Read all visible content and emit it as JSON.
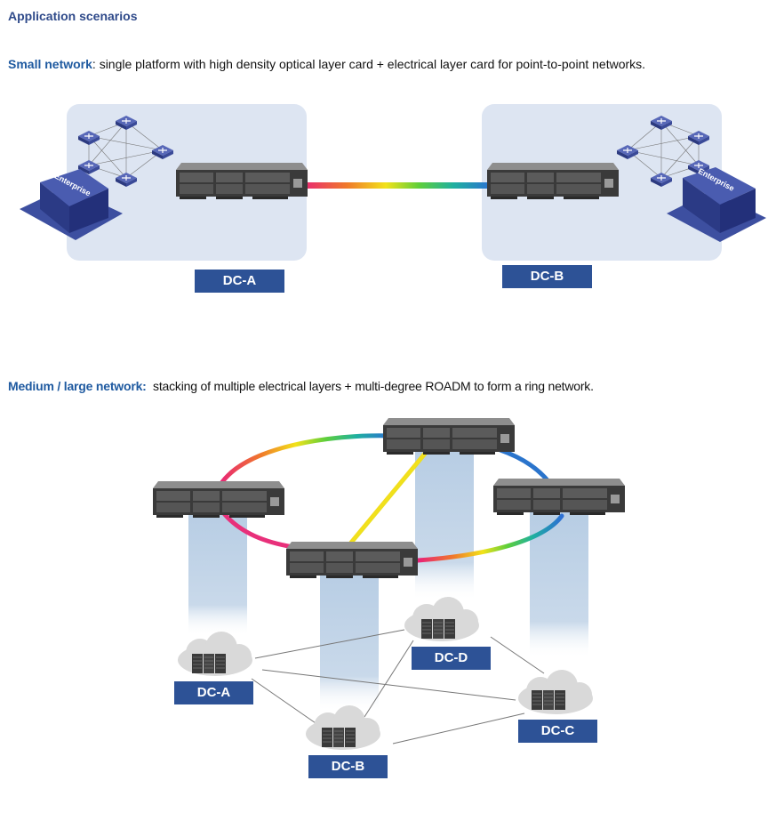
{
  "page": {
    "title": "Application scenarios"
  },
  "small_network": {
    "lead": "Small network",
    "description": ": single platform with high density optical layer card + electrical layer card for point-to-point networks.",
    "sites": [
      {
        "label": "DC-A",
        "building_text": "Enterprise"
      },
      {
        "label": "DC-B",
        "building_text": "Enterprise"
      }
    ]
  },
  "large_network": {
    "lead": "Medium / large network:",
    "description": "stacking of multiple electrical layers + multi-degree ROADM to form a ring network.",
    "data_centers": [
      {
        "label": "DC-A"
      },
      {
        "label": "DC-B"
      },
      {
        "label": "DC-C"
      },
      {
        "label": "DC-D"
      }
    ]
  },
  "colors": {
    "title": "#2f4a8a",
    "lead": "#1f5aa0",
    "label_bg": "#2d5296",
    "panel_bg": "#dde5f2"
  }
}
